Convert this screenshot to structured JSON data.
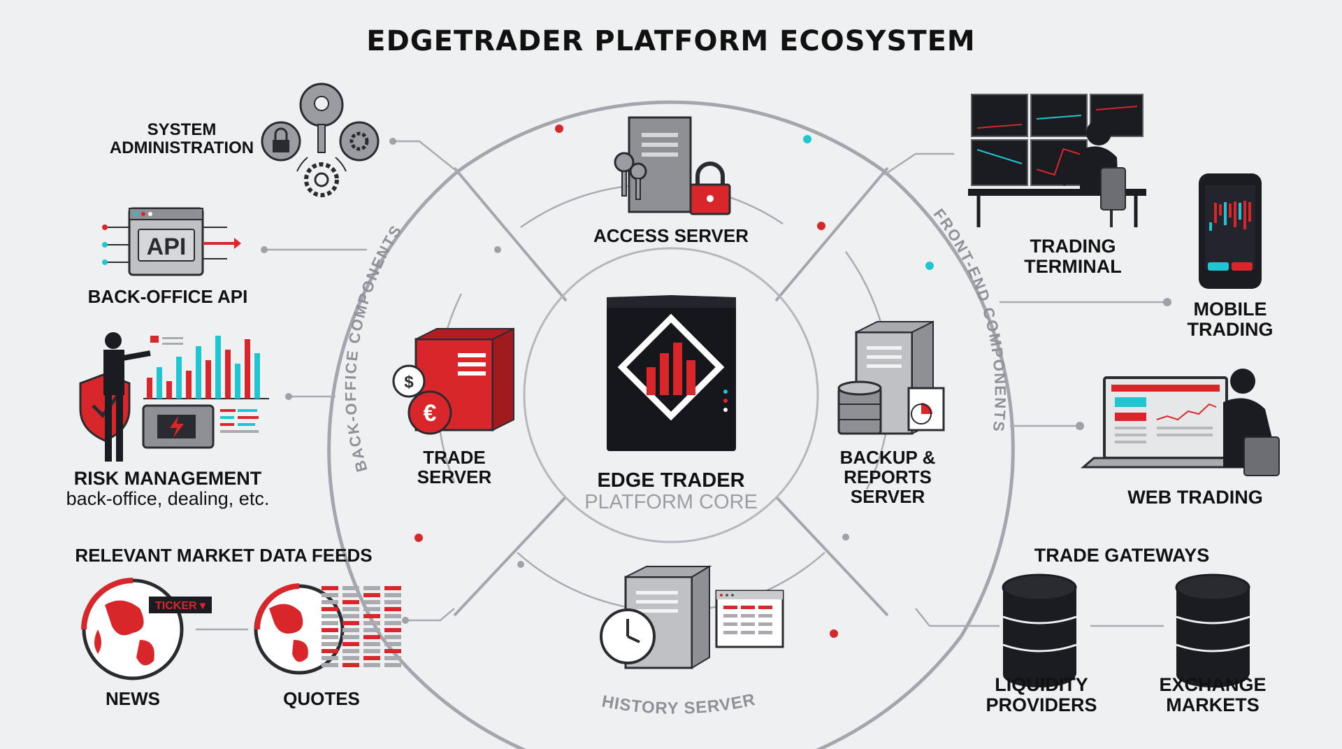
{
  "title": "EDGETRADER PLATFORM ECOSYSTEM",
  "colors": {
    "accent_red": "#d9262b",
    "dark": "#1b1c22",
    "cyan": "#1fc6d1",
    "ring": "#9ea1a7",
    "background": "#eef0f2"
  },
  "ring_labels": {
    "back_office": "BACK-OFFICE COMPONENTS",
    "front_end": "FRONT-END COMPONENTS",
    "history": "HISTORY SERVER"
  },
  "core": {
    "line1": "EDGE TRADER",
    "line2": "PLATFORM CORE",
    "icon": "core-server-icon"
  },
  "servers": {
    "access": {
      "label": "ACCESS SERVER",
      "icon": "server-lock-icon"
    },
    "trade": {
      "line1": "TRADE",
      "line2": "SERVER",
      "icon": "server-currency-icon"
    },
    "backup": {
      "line1": "BACKUP &",
      "line2": "REPORTS",
      "line3": "SERVER",
      "icon": "server-database-icon"
    },
    "history": {
      "icon": "server-clock-icon"
    }
  },
  "left": {
    "sysadmin": {
      "line1": "SYSTEM",
      "line2": "ADMINISTRATION",
      "icon": "keys-gears-icon"
    },
    "api": {
      "label": "BACK-OFFICE API",
      "icon_text": "API"
    },
    "risk": {
      "line1": "RISK MANAGEMENT",
      "line2": "back-office, dealing, etc.",
      "icon": "risk-manager-icon"
    },
    "feeds": {
      "title": "RELEVANT MARKET DATA FEEDS",
      "news": "NEWS",
      "quotes": "QUOTES",
      "ticker": "TICKER ▾"
    }
  },
  "right": {
    "terminal": {
      "line1": "TRADING",
      "line2": "TERMINAL",
      "icon": "trading-desk-icon"
    },
    "mobile": {
      "line1": "MOBILE",
      "line2": "TRADING",
      "icon": "smartphone-icon"
    },
    "web": {
      "label": "WEB TRADING",
      "icon": "laptop-trader-icon"
    },
    "gateways": {
      "title": "TRADE GATEWAYS",
      "liquidity1": "LIQUIDITY",
      "liquidity2": "PROVIDERS",
      "exchange1": "EXCHANGE",
      "exchange2": "MARKETS"
    }
  }
}
